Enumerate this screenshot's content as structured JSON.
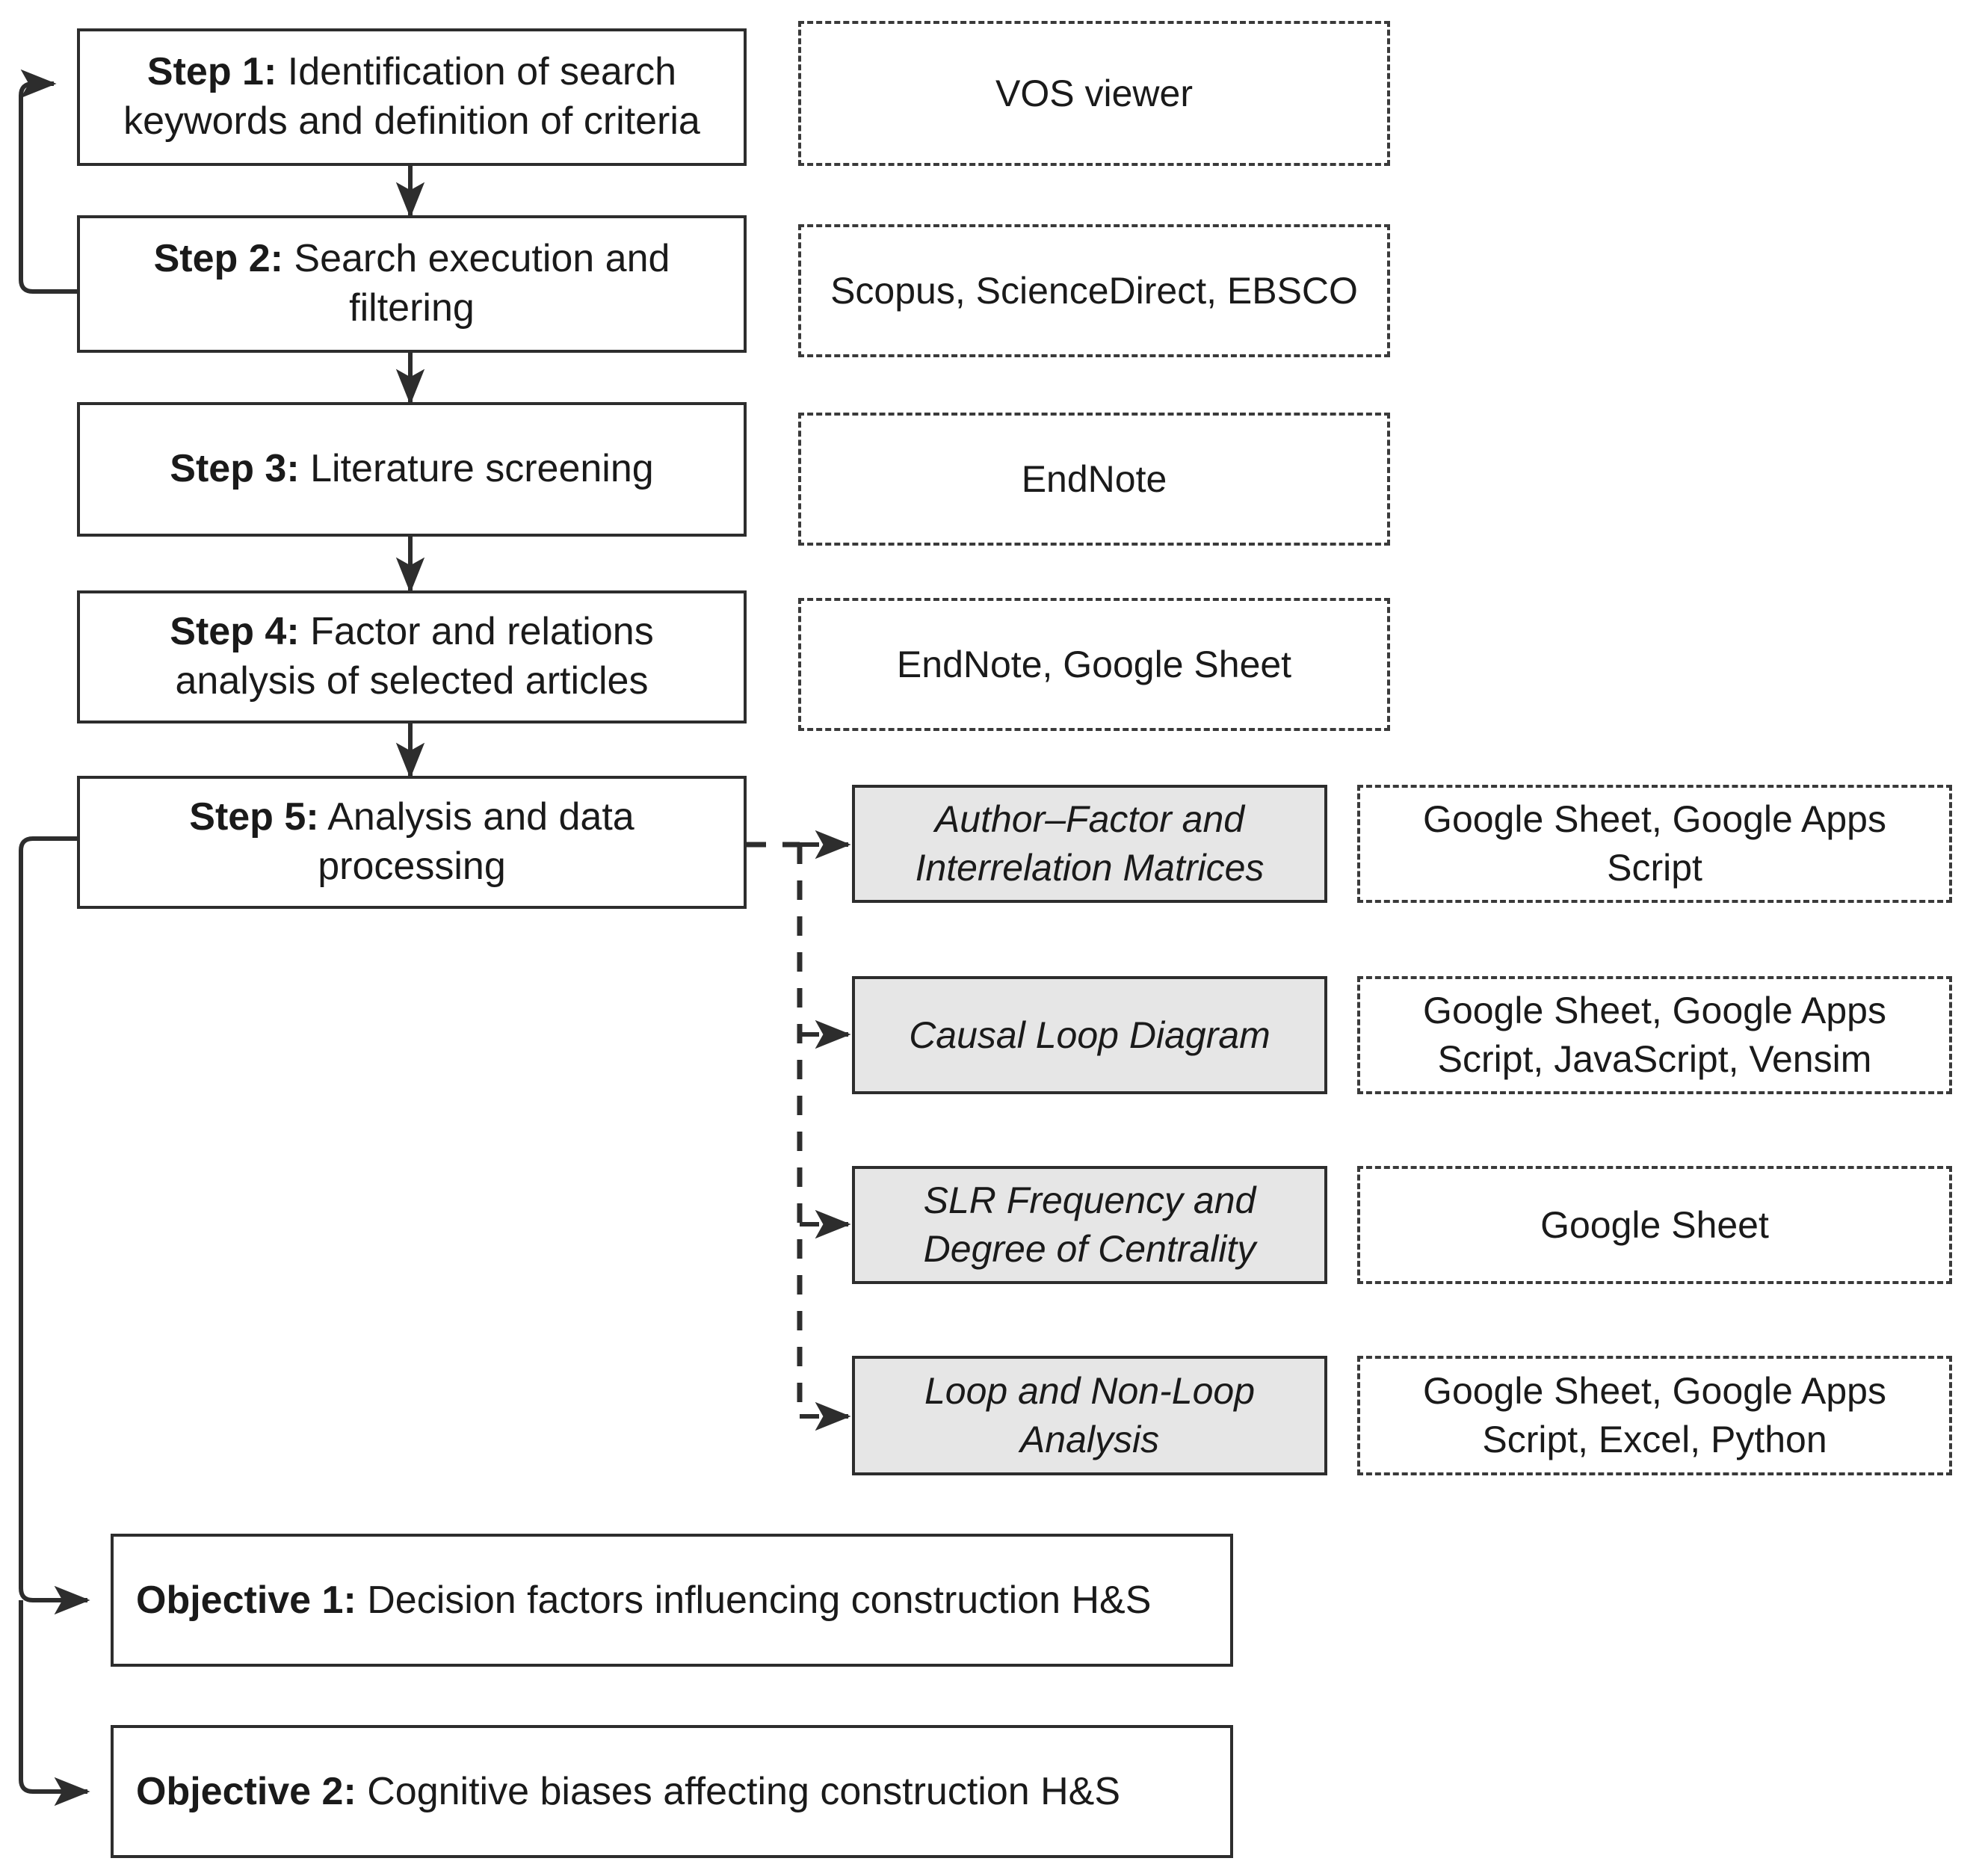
{
  "diagram": {
    "title": "Systematic literature review methodology flowchart",
    "colors": {
      "box_border": "#2d2d2d",
      "artifact_fill": "#e6e6e6",
      "dashed_border": "#3a3a3a",
      "text": "#1a1a1a",
      "background": "#ffffff"
    }
  },
  "steps": [
    {
      "id": "step-1",
      "prefix": "Step 1:",
      "text": " Identification of search keywords and definition of criteria"
    },
    {
      "id": "step-2",
      "prefix": "Step 2:",
      "text": " Search execution and filtering"
    },
    {
      "id": "step-3",
      "prefix": "Step 3:",
      "text": " Literature screening"
    },
    {
      "id": "step-4",
      "prefix": "Step 4:",
      "text": " Factor and relations analysis of selected articles"
    },
    {
      "id": "step-5",
      "prefix": "Step 5:",
      "text": " Analysis and data processing"
    }
  ],
  "tools": [
    {
      "id": "tool-1",
      "label": "VOS viewer"
    },
    {
      "id": "tool-2",
      "label": "Scopus, ScienceDirect, EBSCO"
    },
    {
      "id": "tool-3",
      "label": "EndNote"
    },
    {
      "id": "tool-4",
      "label": "EndNote, Google Sheet"
    }
  ],
  "artifacts": [
    {
      "id": "artifact-1",
      "label": "Author–Factor and Interrelation Matrices"
    },
    {
      "id": "artifact-2",
      "label": "Causal Loop Diagram"
    },
    {
      "id": "artifact-3",
      "label": "SLR Frequency and Degree of Centrality"
    },
    {
      "id": "artifact-4",
      "label": "Loop and Non-Loop Analysis"
    }
  ],
  "artifact_tools": [
    {
      "id": "artifact-tool-1",
      "label": "Google Sheet, Google Apps Script"
    },
    {
      "id": "artifact-tool-2",
      "label": "Google Sheet, Google Apps Script, JavaScript, Vensim"
    },
    {
      "id": "artifact-tool-3",
      "label": "Google Sheet"
    },
    {
      "id": "artifact-tool-4",
      "label": "Google Sheet, Google Apps Script, Excel, Python"
    }
  ],
  "objectives": [
    {
      "id": "objective-1",
      "prefix": "Objective 1:",
      "text": " Decision factors influencing construction H&S"
    },
    {
      "id": "objective-2",
      "prefix": "Objective 2:",
      "text": " Cognitive biases affecting construction H&S"
    }
  ]
}
